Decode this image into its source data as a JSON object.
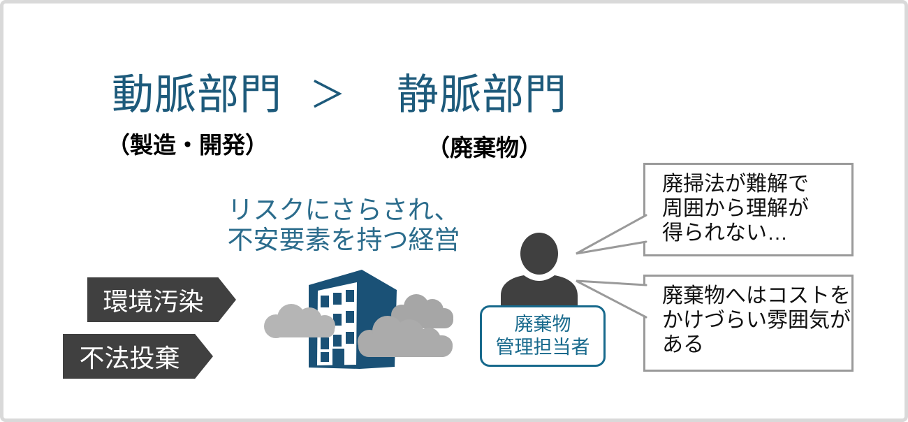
{
  "colors": {
    "accent_teal": "#1d5a7b",
    "risk_teal": "#2b6c8c",
    "label_teal": "#17698c",
    "building_navy": "#1a5176",
    "dark_gray": "#404040",
    "bubble_border": "#9a9a9a",
    "cloud_light": "#b5b5b5",
    "cloud_mid": "#ababab",
    "cloud_dark": "#a6a6a6",
    "slide_border": "#d9d9d9",
    "text_black": "#111111",
    "white": "#ffffff"
  },
  "header": {
    "left_title": "動脈部門",
    "comparator": "＞",
    "right_title": "静脈部門",
    "left_subtitle": "（製造・開発）",
    "right_subtitle": "（廃棄物）"
  },
  "risk_caption": {
    "line1": "リスクにさらされ、",
    "line2": "不安要素を持つ経営"
  },
  "hazard_arrows": [
    {
      "label": "環境汚染"
    },
    {
      "label": "不法投棄"
    }
  ],
  "person": {
    "role_line1": "廃棄物",
    "role_line2": "管理担当者"
  },
  "speech_bubbles": [
    {
      "lines": [
        "廃掃法が難解で",
        "周囲から理解が",
        "得られない…"
      ]
    },
    {
      "lines": [
        "廃棄物へはコストを",
        "かけづらい雰囲気が",
        "ある"
      ]
    }
  ],
  "icons": {
    "building": "office-building-icon",
    "smoke": "smoke-cloud-icon",
    "person": "person-silhouette-icon"
  }
}
